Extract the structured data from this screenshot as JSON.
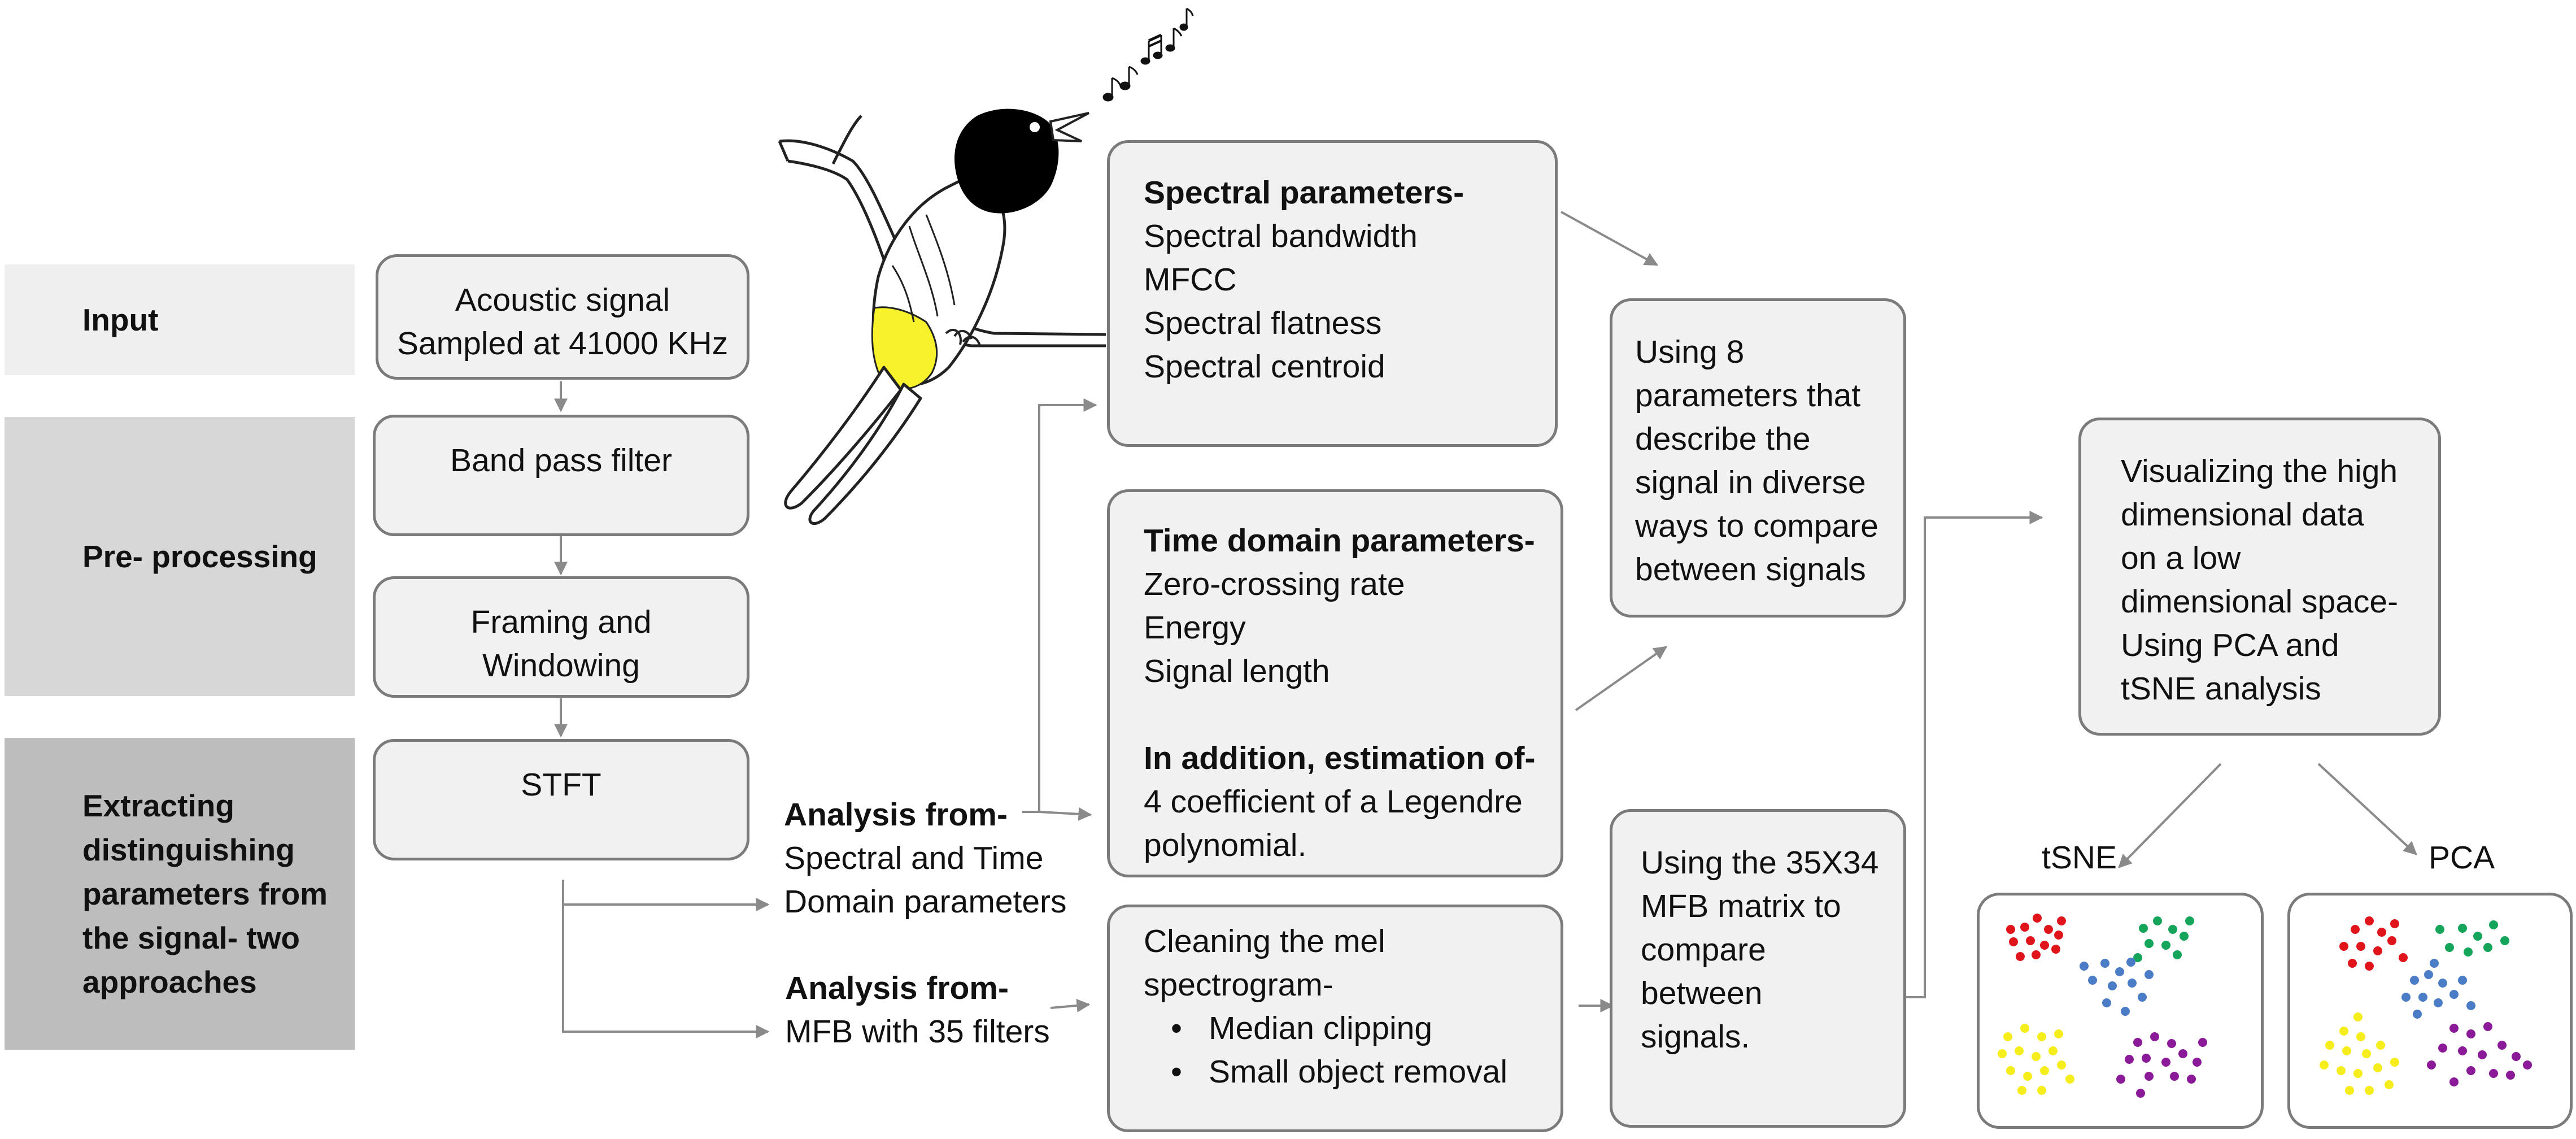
{
  "stages": {
    "input": [
      "Input"
    ],
    "preprocessing": [
      "Pre- processing"
    ],
    "extracting": [
      "Extracting",
      "distinguishing",
      "parameters from",
      "the signal- two",
      "approaches"
    ]
  },
  "pipeline": {
    "acoustic": [
      "Acoustic signal",
      "Sampled at 41000 KHz"
    ],
    "bandpass": [
      "Band pass filter"
    ],
    "framing": [
      "Framing and",
      "Windowing"
    ],
    "stft": [
      "STFT"
    ]
  },
  "analysis": {
    "spectral_time": {
      "heading": "Analysis from-",
      "lines": [
        "Spectral and Time",
        "Domain parameters"
      ]
    },
    "mfb": {
      "heading": "Analysis from-",
      "lines": [
        "MFB with 35 filters"
      ]
    }
  },
  "spectral_box": {
    "heading": "Spectral parameters-",
    "items": [
      "Spectral bandwidth",
      "MFCC",
      "Spectral flatness",
      "Spectral centroid"
    ]
  },
  "time_box": {
    "heading": "Time domain parameters-",
    "items": [
      "Zero-crossing rate",
      "Energy",
      "Signal length"
    ],
    "extra_heading": "In addition, estimation of-",
    "extra_lines": [
      "4 coefficient of a Legendre",
      "polynomial."
    ]
  },
  "mel_box": {
    "heading_lines": [
      "Cleaning the mel",
      "spectrogram-"
    ],
    "bullets": [
      "Median clipping",
      "Small object removal"
    ]
  },
  "compare_params_box": [
    "Using 8",
    "parameters that",
    "describe the",
    "signal in diverse",
    "ways to compare",
    "between signals"
  ],
  "compare_mfb_box": [
    "Using the 35X34",
    "MFB matrix  to",
    "compare",
    "between",
    "signals."
  ],
  "visualize_box": [
    "Visualizing the high",
    "dimensional data",
    "on a low",
    "dimensional space-",
    "Using PCA and",
    "tSNE analysis"
  ],
  "plots": {
    "tsne_label": "tSNE",
    "pca_label": "PCA"
  },
  "colors": {
    "band_input": "#efefef",
    "band_preprocessing": "#d7d7d7",
    "band_extracting": "#bdbdbd",
    "box_fill": "#f1f1f1",
    "box_border": "#7b7b7b",
    "arrow": "#8a8a8a",
    "bird_belly": "#f7f22c",
    "bird_head": "#000000",
    "cluster_red": "#e0151b",
    "cluster_green": "#14a45a",
    "cluster_blue": "#4b7cc6",
    "cluster_yellow": "#f5ee1c",
    "cluster_purple": "#8b1a98"
  }
}
